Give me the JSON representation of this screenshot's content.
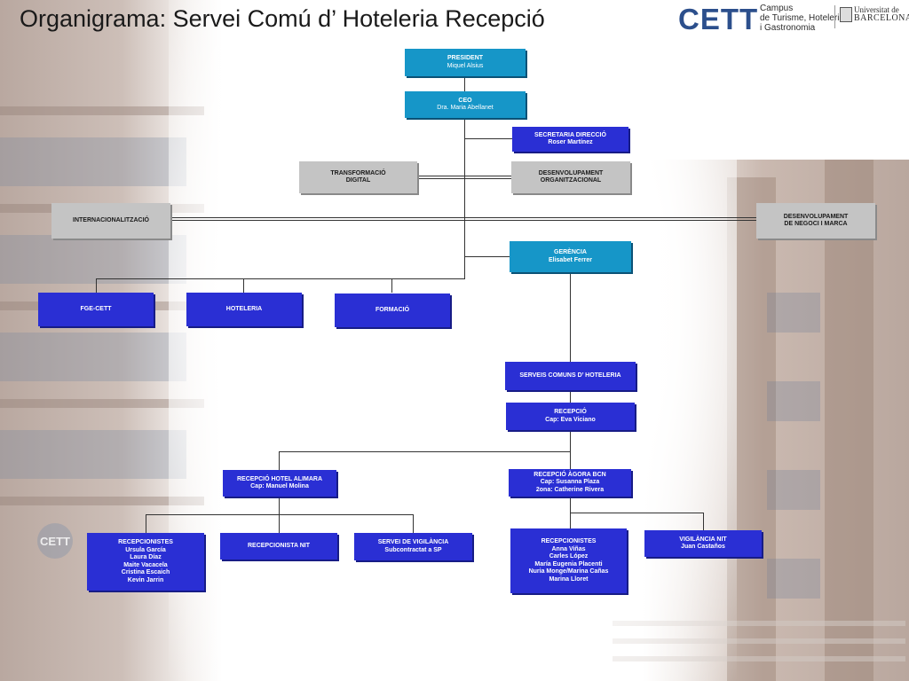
{
  "title": "Organigrama: Servei Comú d’ Hoteleria Recepció",
  "logos": {
    "cett": "CETT",
    "cett_line1": "Campus",
    "cett_line2": "de Turisme, Hoteleria",
    "cett_line3": "i Gastronomia",
    "ub_line1": "Universitat de",
    "ub_line2": "BARCELONA",
    "background_sign": "CETT"
  },
  "colors": {
    "teal": "#1696c8",
    "blue": "#2a2fd4",
    "gray": "#c4c4c4"
  },
  "org": {
    "president": {
      "title": "PRESIDENT",
      "name": "Miquel Alsius"
    },
    "ceo": {
      "title": "CEO",
      "name": "Dra. Maria Abellanet"
    },
    "secretaria": {
      "title": "SECRETARIA DIRECCIÓ",
      "name": "Roser Martínez"
    },
    "transformacio": {
      "line1": "TRANSFORMACIÓ",
      "line2": "DIGITAL"
    },
    "desenvolupament_org": {
      "line1": "DESENVOLUPAMENT",
      "line2": "ORGANITZACIONAL"
    },
    "internacionalitzacio": {
      "title": "INTERNACIONALITZACIÓ"
    },
    "desenvolupament_negoci": {
      "line1": "DESENVOLUPAMENT",
      "line2": "DE NEGOCI I MARCA"
    },
    "gerencia": {
      "title": "GERÈNCIA",
      "name": "Elisabet Ferrer"
    },
    "fge_cett": {
      "title": "FGE-CETT"
    },
    "hoteleria": {
      "title": "HOTELERIA"
    },
    "formacio": {
      "title": "FORMACIÓ"
    },
    "serveis_comuns": {
      "title": "SERVEIS COMUNS  D’ HOTELERIA"
    },
    "recepcio": {
      "title": "RECEPCIÓ",
      "name": "Cap: Eva Viciano"
    },
    "recepcio_alimara": {
      "title": "RECEPCIÓ HOTEL ALIMARA",
      "name": "Cap: Manuel Molina"
    },
    "recepcio_agora": {
      "title": "RECEPCIÓ ÀGORA BCN",
      "line2": "Cap: Susanna Plaza",
      "line3": "2ona: Catherine Rivera"
    },
    "recepcionistes_alimara": {
      "title": "RECEPCIONISTES",
      "members": [
        "Ursula García",
        "Laura Díaz",
        "Maite Vacacela",
        "Cristina Escaich",
        "Kevin Jarrin"
      ]
    },
    "recepcionista_nit": {
      "title": "RECEPCIONISTA NIT"
    },
    "servei_vigilancia": {
      "title": "SERVEI DE VIGILÀNCIA",
      "name": "Subcontractat a SP"
    },
    "recepcionistes_agora": {
      "title": "RECEPCIONISTES",
      "members": [
        "Anna Viñas",
        "Carles López",
        "María Eugenia Placenti",
        "Nuria Monge/Marina Cañas",
        "Marina Lloret"
      ]
    },
    "vigilancia_nit": {
      "title": "VIGILÀNCIA NIT",
      "name": "Juan Castaños"
    }
  }
}
